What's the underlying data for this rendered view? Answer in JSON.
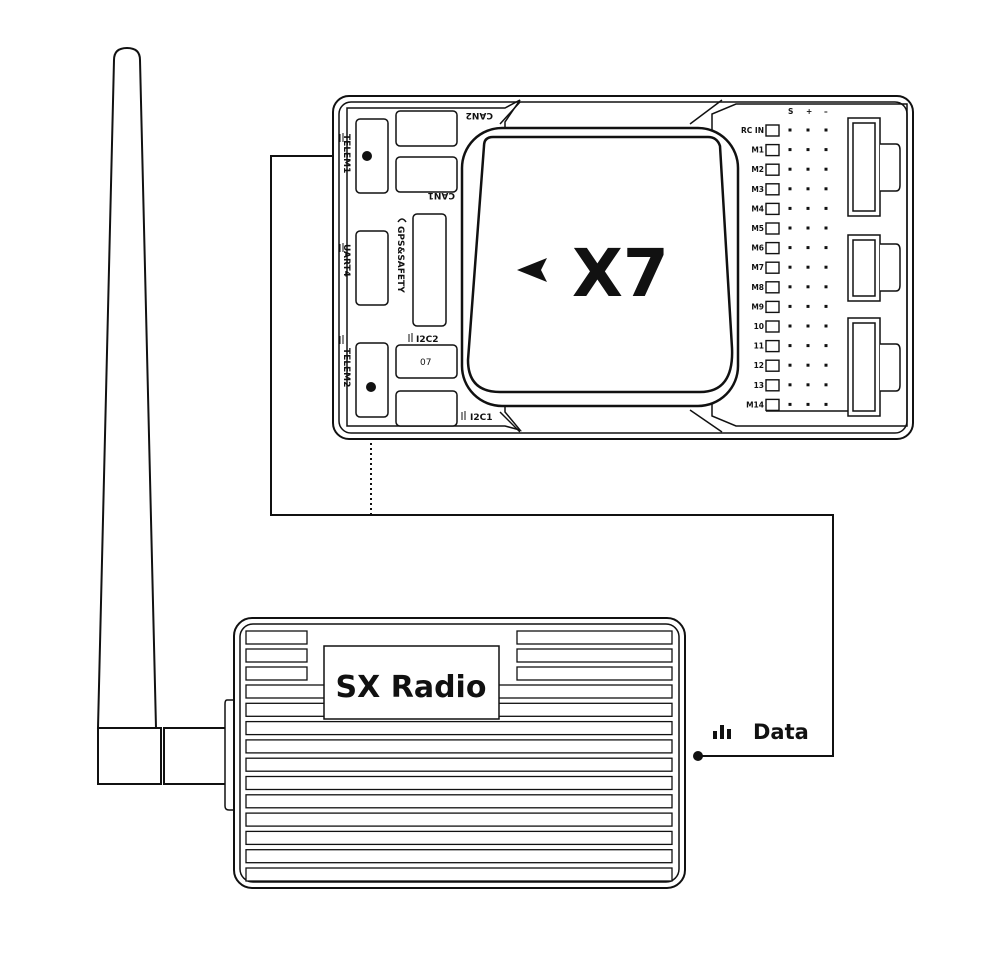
{
  "flight_controller": {
    "brand": "X7",
    "ports": {
      "telem1": "TELEM1",
      "telem2": "TELEM2",
      "uart4": "UART4",
      "gps_safety": "GPS&SAFETY",
      "can1": "CAN1",
      "can2": "CAN2",
      "i2c1": "I2C1",
      "i2c2": "I2C2",
      "i2c_id": "07"
    },
    "header_columns": [
      "S",
      "+",
      "–"
    ],
    "pins": [
      "RC IN",
      "M1",
      "M2",
      "M3",
      "M4",
      "M5",
      "M6",
      "M7",
      "M8",
      "M9",
      "10",
      "11",
      "12",
      "13",
      "M14"
    ]
  },
  "radio": {
    "name": "SX Radio",
    "data_label": "Data"
  }
}
